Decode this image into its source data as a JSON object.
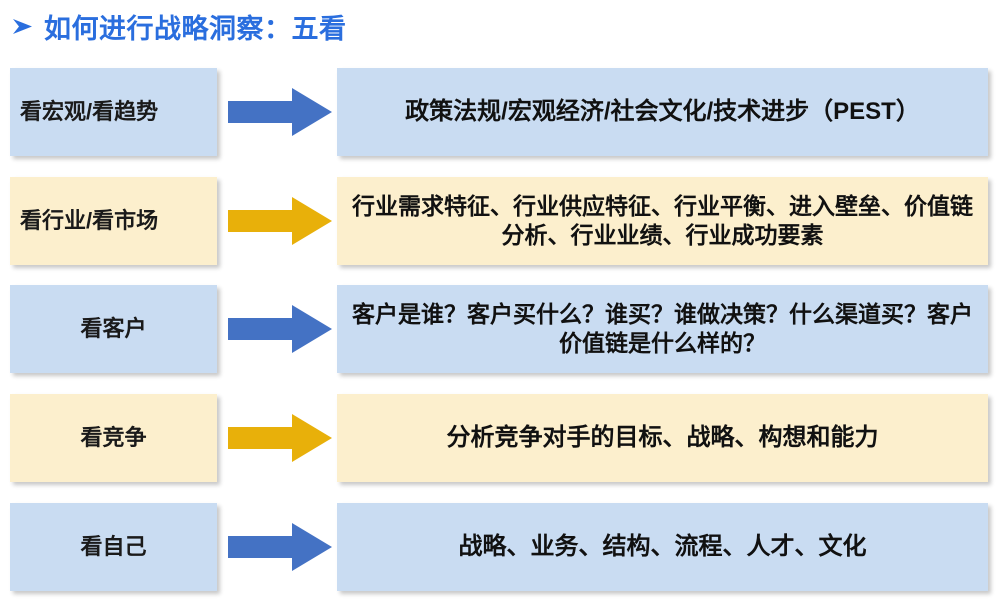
{
  "slide": {
    "title": "如何进行战略洞察：五看",
    "title_bullet_icon": "arrow-bullet-icon",
    "title_color": "#2a6ede",
    "background": "#ffffff"
  },
  "theme": {
    "blue_fill": "#c9dcf2",
    "cream_fill": "#fcefcd",
    "blue_arrow": "#4472c4",
    "yellow_arrow": "#e8b00a",
    "text_color": "#111111"
  },
  "rows": [
    {
      "label": "看宏观/看趋势",
      "content": "政策法规/宏观经济/社会文化/技术进步（PEST）",
      "arrow_icon": "right-arrow-icon",
      "arrow_color": "#4472c4",
      "fill": "#c9dcf2",
      "label_align": "left"
    },
    {
      "label": "看行业/看市场",
      "content": "行业需求特征、行业供应特征、行业平衡、进入壁垒、价值链分析、行业业绩、行业成功要素",
      "arrow_icon": "right-arrow-icon",
      "arrow_color": "#e8b00a",
      "fill": "#fcefcd",
      "label_align": "left"
    },
    {
      "label": "看客户",
      "content": "客户是谁？客户买什么？谁买？谁做决策？什么渠道买？客户价值链是什么样的？",
      "arrow_icon": "right-arrow-icon",
      "arrow_color": "#4472c4",
      "fill": "#c9dcf2",
      "label_align": "center"
    },
    {
      "label": "看竞争",
      "content": "分析竞争对手的目标、战略、构想和能力",
      "arrow_icon": "right-arrow-icon",
      "arrow_color": "#e8b00a",
      "fill": "#fcefcd",
      "label_align": "center"
    },
    {
      "label": "看自己",
      "content": "战略、业务、结构、流程、人才、文化",
      "arrow_icon": "right-arrow-icon",
      "arrow_color": "#4472c4",
      "fill": "#c9dcf2",
      "label_align": "center"
    }
  ]
}
